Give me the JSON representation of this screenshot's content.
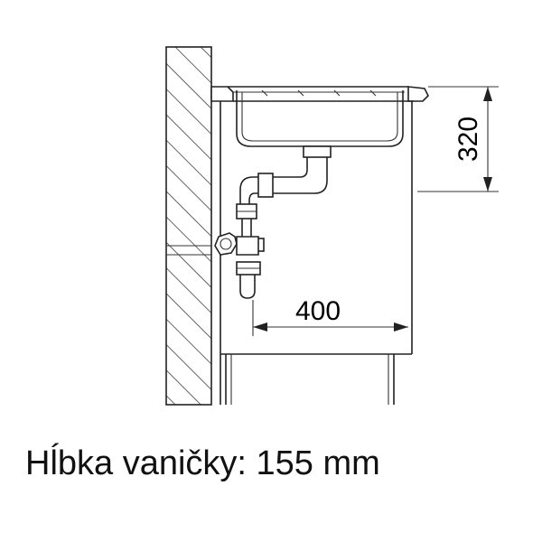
{
  "dimensions": {
    "width": "400",
    "height": "320"
  },
  "caption": "Hĺbka vaničky: 155 mm"
}
